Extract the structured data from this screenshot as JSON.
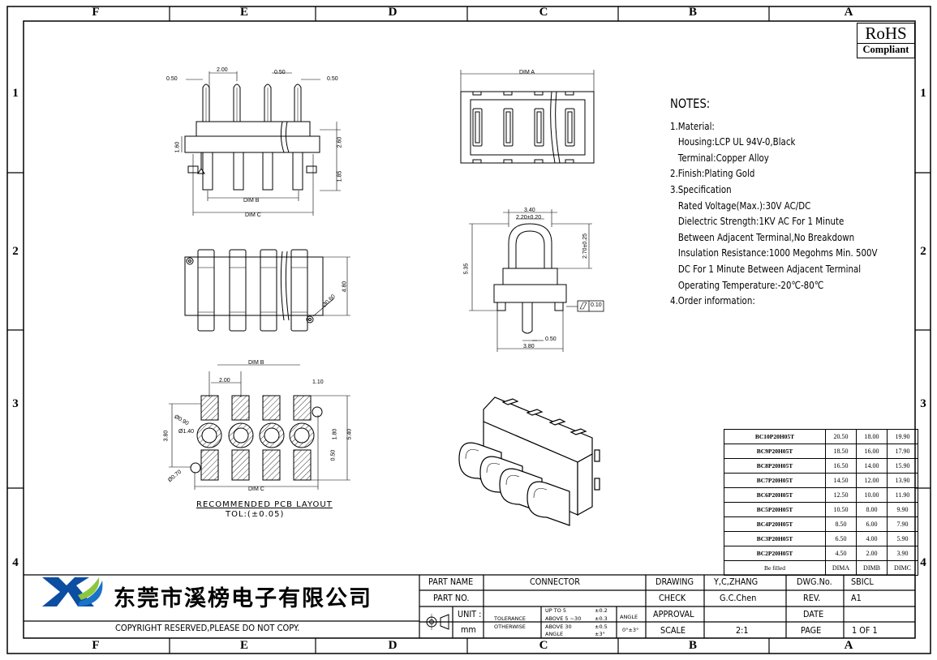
{
  "zones": {
    "columns": [
      "F",
      "E",
      "D",
      "C",
      "B",
      "A"
    ],
    "rows": [
      "1",
      "2",
      "3",
      "4"
    ]
  },
  "rohs": {
    "line1": "RoHS",
    "line2": "Compliant"
  },
  "notes": {
    "title": "NOTES:",
    "lines": [
      "1.Material:",
      "Housing:LCP UL 94V-0,Black",
      "Terminal:Copper Alloy",
      "2.Finish:Plating Gold",
      "3.Specification",
      "Rated Voltage(Max.):30V AC/DC",
      "Dielectric Strength:1KV AC For 1 Minute",
      "Between Adjacent Terminal,No Breakdown",
      "Insulation Resistance:1000 Megohms Min. 500V",
      "DC For 1 Minute Between Adjacent Terminal",
      "Operating Temperature:-20℃-80℃",
      "4.Order information:"
    ]
  },
  "parts_table": {
    "rows": [
      {
        "part": "BC10P20H05T",
        "dima": "20.50",
        "dimb": "18.00",
        "dimc": "19.90"
      },
      {
        "part": "BC9P20H05T",
        "dima": "18.50",
        "dimb": "16.00",
        "dimc": "17.90"
      },
      {
        "part": "BC8P20H05T",
        "dima": "16.50",
        "dimb": "14.00",
        "dimc": "15.90"
      },
      {
        "part": "BC7P20H05T",
        "dima": "14.50",
        "dimb": "12.00",
        "dimc": "13.90"
      },
      {
        "part": "BC6P20H05T",
        "dima": "12.50",
        "dimb": "10.00",
        "dimc": "11.90"
      },
      {
        "part": "BC5P20H05T",
        "dima": "10.50",
        "dimb": "8.00",
        "dimc": "9.90"
      },
      {
        "part": "BC4P20H05T",
        "dima": "8.50",
        "dimb": "6.00",
        "dimc": "7.90"
      },
      {
        "part": "BC3P20H05T",
        "dima": "6.50",
        "dimb": "4.00",
        "dimc": "5.90"
      },
      {
        "part": "BC2P20H05T",
        "dima": "4.50",
        "dimb": "2.00",
        "dimc": "3.90"
      }
    ],
    "footer": {
      "part": "Be filled",
      "dima": "DIMA",
      "dimb": "DIMB",
      "dimc": "DIMC"
    }
  },
  "dimensions": {
    "top_view": {
      "pitch": "2.00",
      "offset_left": "0.50",
      "offset_mid": "0.50",
      "offset_right": "0.50",
      "h1": "1.60",
      "h2": "2.60",
      "h3": "1.85",
      "dim_b": "DIM B",
      "dim_c": "DIM C"
    },
    "side_view": {
      "dia": "Ø0.60",
      "height": "4.80"
    },
    "pcb": {
      "dim_b": "DIM B",
      "pitch": "2.00",
      "pad_w": "1.10",
      "hole1": "Ø0.90",
      "hole2": "Ø1.40",
      "h_left": "3.80",
      "h_right1": "1.80",
      "h_right2": "5.40",
      "h_small": "0.50",
      "peg": "Ø0.70",
      "dim_c": "DIM C"
    },
    "front_view": {
      "dim_a": "DIM A"
    },
    "end_view": {
      "w1": "3.40",
      "w2": "2.20±0.20",
      "h_total": "5.35",
      "h_loop": "2.70±0.25",
      "flat": "0.10",
      "pin": "0.50",
      "base": "3.80"
    }
  },
  "pcb_caption": {
    "line1": "RECOMMENDED PCB LAYOUT",
    "line2": "TOL:(±0.05)"
  },
  "title_block": {
    "company": "东莞市溪榜电子有限公司",
    "copyright": "COPYRIGHT RESERVED,PLEASE DO NOT COPY.",
    "part_name_label": "PART NAME",
    "part_name": "CONNECTOR",
    "part_no_label": "PART NO.",
    "part_no": "",
    "unit_label": "UNIT :",
    "unit": "mm",
    "tolerance_label": "TOLERANCE",
    "otherwise_label": "OTHERWISE",
    "tol_rows": [
      {
        "range": "UP TO 5",
        "value": "±0.2"
      },
      {
        "range": "ABOVE 5 ~30",
        "value": "±0.3"
      },
      {
        "range": "ABOVE 30",
        "value": "±0.5"
      },
      {
        "range": "ANGLE",
        "value": "±3°"
      }
    ],
    "angle_label": "ANGLE",
    "angle_value": "0°±3°",
    "drawing_label": "DRAWING",
    "drawing": "Y,C,ZHANG",
    "check_label": "CHECK",
    "check": "G.C.Chen",
    "approval_label": "APPROVAL",
    "approval": "",
    "scale_label": "SCALE",
    "scale": "2:1",
    "dwg_no_label": "DWG.No.",
    "dwg_no": "SBICL",
    "rev_label": "REV.",
    "rev": "A1",
    "date_label": "DATE",
    "date": "",
    "page_label": "PAGE",
    "page": "1 OF 1"
  }
}
